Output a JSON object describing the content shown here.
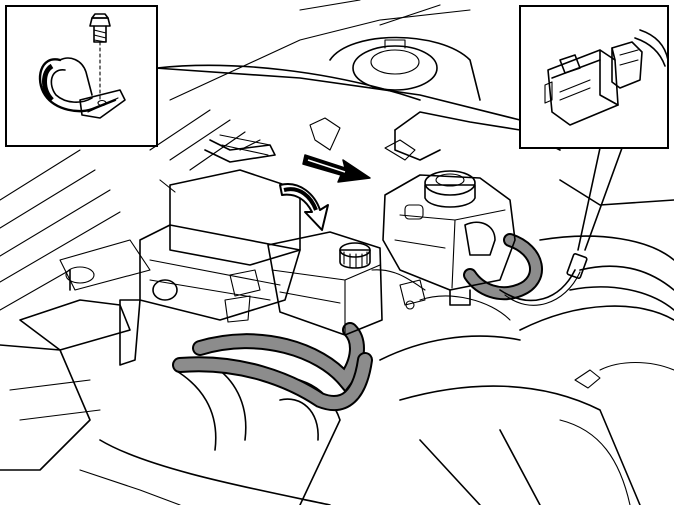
{
  "colors": {
    "line": "#000000",
    "background": "#ffffff",
    "highlight_gray": "#8c8c8c",
    "part_fill": "#ffffff"
  },
  "callouts": [
    {
      "name": "clamp-detail",
      "icon": "p-clamp-with-bolt-icon"
    },
    {
      "name": "connector-detail",
      "icon": "electrical-connector-icon"
    }
  ],
  "arrows": [
    {
      "name": "move-arrow-left"
    },
    {
      "name": "move-arrow-right"
    }
  ]
}
